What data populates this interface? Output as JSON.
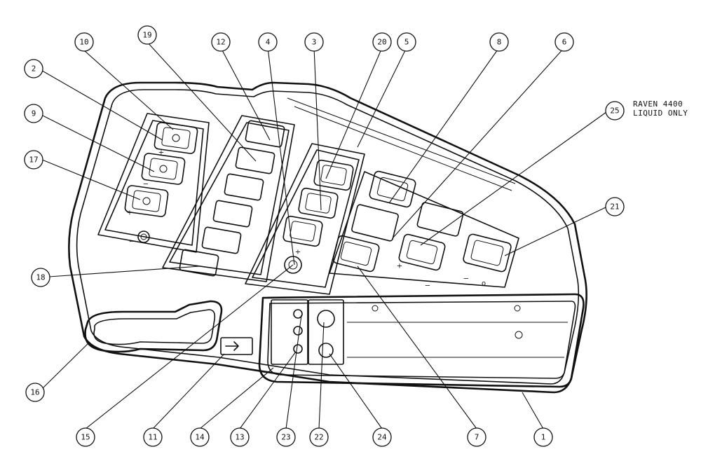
{
  "note": {
    "line1": "RAVEN 4400",
    "line2": "LIQUID ONLY"
  },
  "callouts": [
    {
      "id": "c10",
      "label": "10"
    },
    {
      "id": "c19",
      "label": "19"
    },
    {
      "id": "c12",
      "label": "12"
    },
    {
      "id": "c4",
      "label": "4"
    },
    {
      "id": "c3",
      "label": "3"
    },
    {
      "id": "c20",
      "label": "20"
    },
    {
      "id": "c5",
      "label": "5"
    },
    {
      "id": "c8",
      "label": "8"
    },
    {
      "id": "c6",
      "label": "6"
    },
    {
      "id": "c2",
      "label": "2"
    },
    {
      "id": "c9",
      "label": "9"
    },
    {
      "id": "c17",
      "label": "17"
    },
    {
      "id": "c25",
      "label": "25"
    },
    {
      "id": "c21",
      "label": "21"
    },
    {
      "id": "c18",
      "label": "18"
    },
    {
      "id": "c16",
      "label": "16"
    },
    {
      "id": "c15",
      "label": "15"
    },
    {
      "id": "c11",
      "label": "11"
    },
    {
      "id": "c14",
      "label": "14"
    },
    {
      "id": "c13",
      "label": "13"
    },
    {
      "id": "c23",
      "label": "23"
    },
    {
      "id": "c22",
      "label": "22"
    },
    {
      "id": "c24",
      "label": "24"
    },
    {
      "id": "c7",
      "label": "7"
    },
    {
      "id": "c1",
      "label": "1"
    }
  ],
  "panel_marks": {
    "plus": "+",
    "minus": "−",
    "zero": "o"
  }
}
